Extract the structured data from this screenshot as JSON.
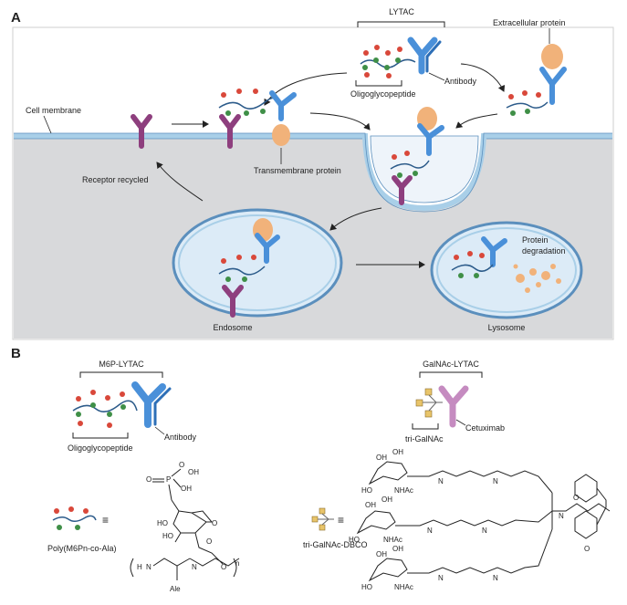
{
  "panelA": {
    "letter": "A",
    "lytac": "LYTAC",
    "oligoglycopeptide": "Oligoglycopeptide",
    "antibody": "Antibody",
    "extracellular_protein": "Extracellular protein",
    "cell_membrane": "Cell membrane",
    "transmembrane_protein": "Transmembrane protein",
    "receptor_recycled": "Receptor recycled",
    "protein_degradation_1": "Protein",
    "protein_degradation_2": "degradation",
    "endosome": "Endosome",
    "lysosome": "Lysosome"
  },
  "panelB": {
    "letter": "B",
    "m6p_lytac": "M6P-LYTAC",
    "antibody": "Antibody",
    "oligoglycopeptide": "Oligoglycopeptide",
    "galnac_lytac": "GalNAc-LYTAC",
    "cetuximab": "Cetuximab",
    "tri_galnac": "tri-GalNAc",
    "poly_label": "Poly(M6Pn-co-Ala)",
    "tri_galnac_dbco": "tri-GalNAc-DBCO",
    "equiv": "≡",
    "chem": {
      "p": "P",
      "o": "O",
      "oh": "OH",
      "ho": "HO",
      "nh": "N",
      "h": "H",
      "n_sub": "n",
      "ala": "Ale",
      "nhac": "NHAc",
      "n": "N"
    }
  },
  "colors": {
    "cell_bg": "#d8d9db",
    "membrane": "#a9cfe8",
    "membrane_edge": "#5b8fbd",
    "vesicle_fill": "#dcebf7",
    "antibody": "#4a90d9",
    "antibody_dark": "#2d6fb7",
    "receptor": "#8e3f7e",
    "protein": "#f1b27a",
    "glyco_red": "#d9483a",
    "glyco_green": "#3f8f47",
    "chain": "#2c5b8a",
    "galnac": "#e8c46a",
    "cetuximab": "#c58bc0"
  }
}
